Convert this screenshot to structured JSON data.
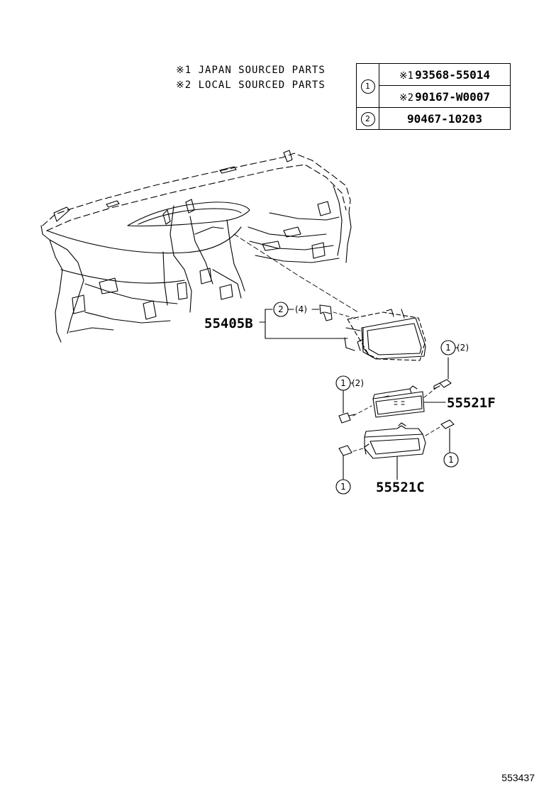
{
  "legend": [
    {
      "mark": "※1",
      "text": "JAPAN SOURCED PARTS"
    },
    {
      "mark": "※2",
      "text": "LOCAL SOURCED PARTS"
    }
  ],
  "parts_table": [
    {
      "index": "1",
      "mark": "※1",
      "part_no": "93568-55014"
    },
    {
      "index": "1",
      "mark": "※2",
      "part_no": "90167-W0007"
    },
    {
      "index": "2",
      "mark": "",
      "part_no": "90467-10203"
    }
  ],
  "callouts": {
    "ref_1": "1",
    "ref_2": "2",
    "qty_2": "(2)",
    "qty_4": "(4)"
  },
  "parts": {
    "p55405b": "55405B",
    "p55521f": "55521F",
    "p55521c": "55521C"
  },
  "doc_id": "553437",
  "icons": {
    "dashboard": "instrument-panel-drawing",
    "bezel": "center-panel-bezel-drawing",
    "switch": "switch-bezel-drawing",
    "pocket": "pocket-panel-drawing",
    "screw": "screw-icon",
    "clip": "clip-icon"
  }
}
